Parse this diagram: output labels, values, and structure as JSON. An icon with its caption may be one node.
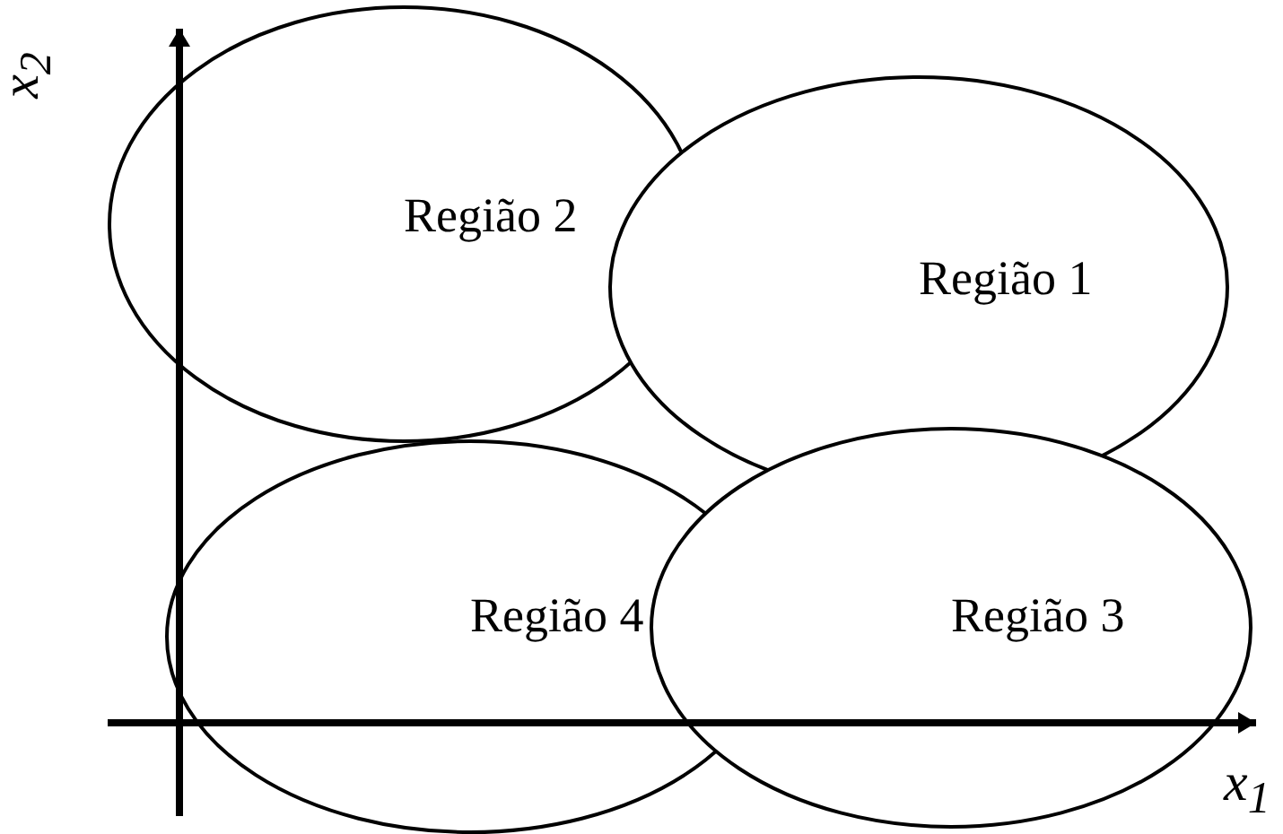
{
  "diagram": {
    "nodes": [
      {
        "text": [
          "Região 2"
        ]
      },
      {
        "text": [
          "Região 1"
        ]
      },
      {
        "text": [
          "Região 4"
        ]
      },
      {
        "text": [
          "Região 3"
        ]
      }
    ],
    "labels": [
      "x$_{2}$",
      "x$_{1}$"
    ]
  }
}
